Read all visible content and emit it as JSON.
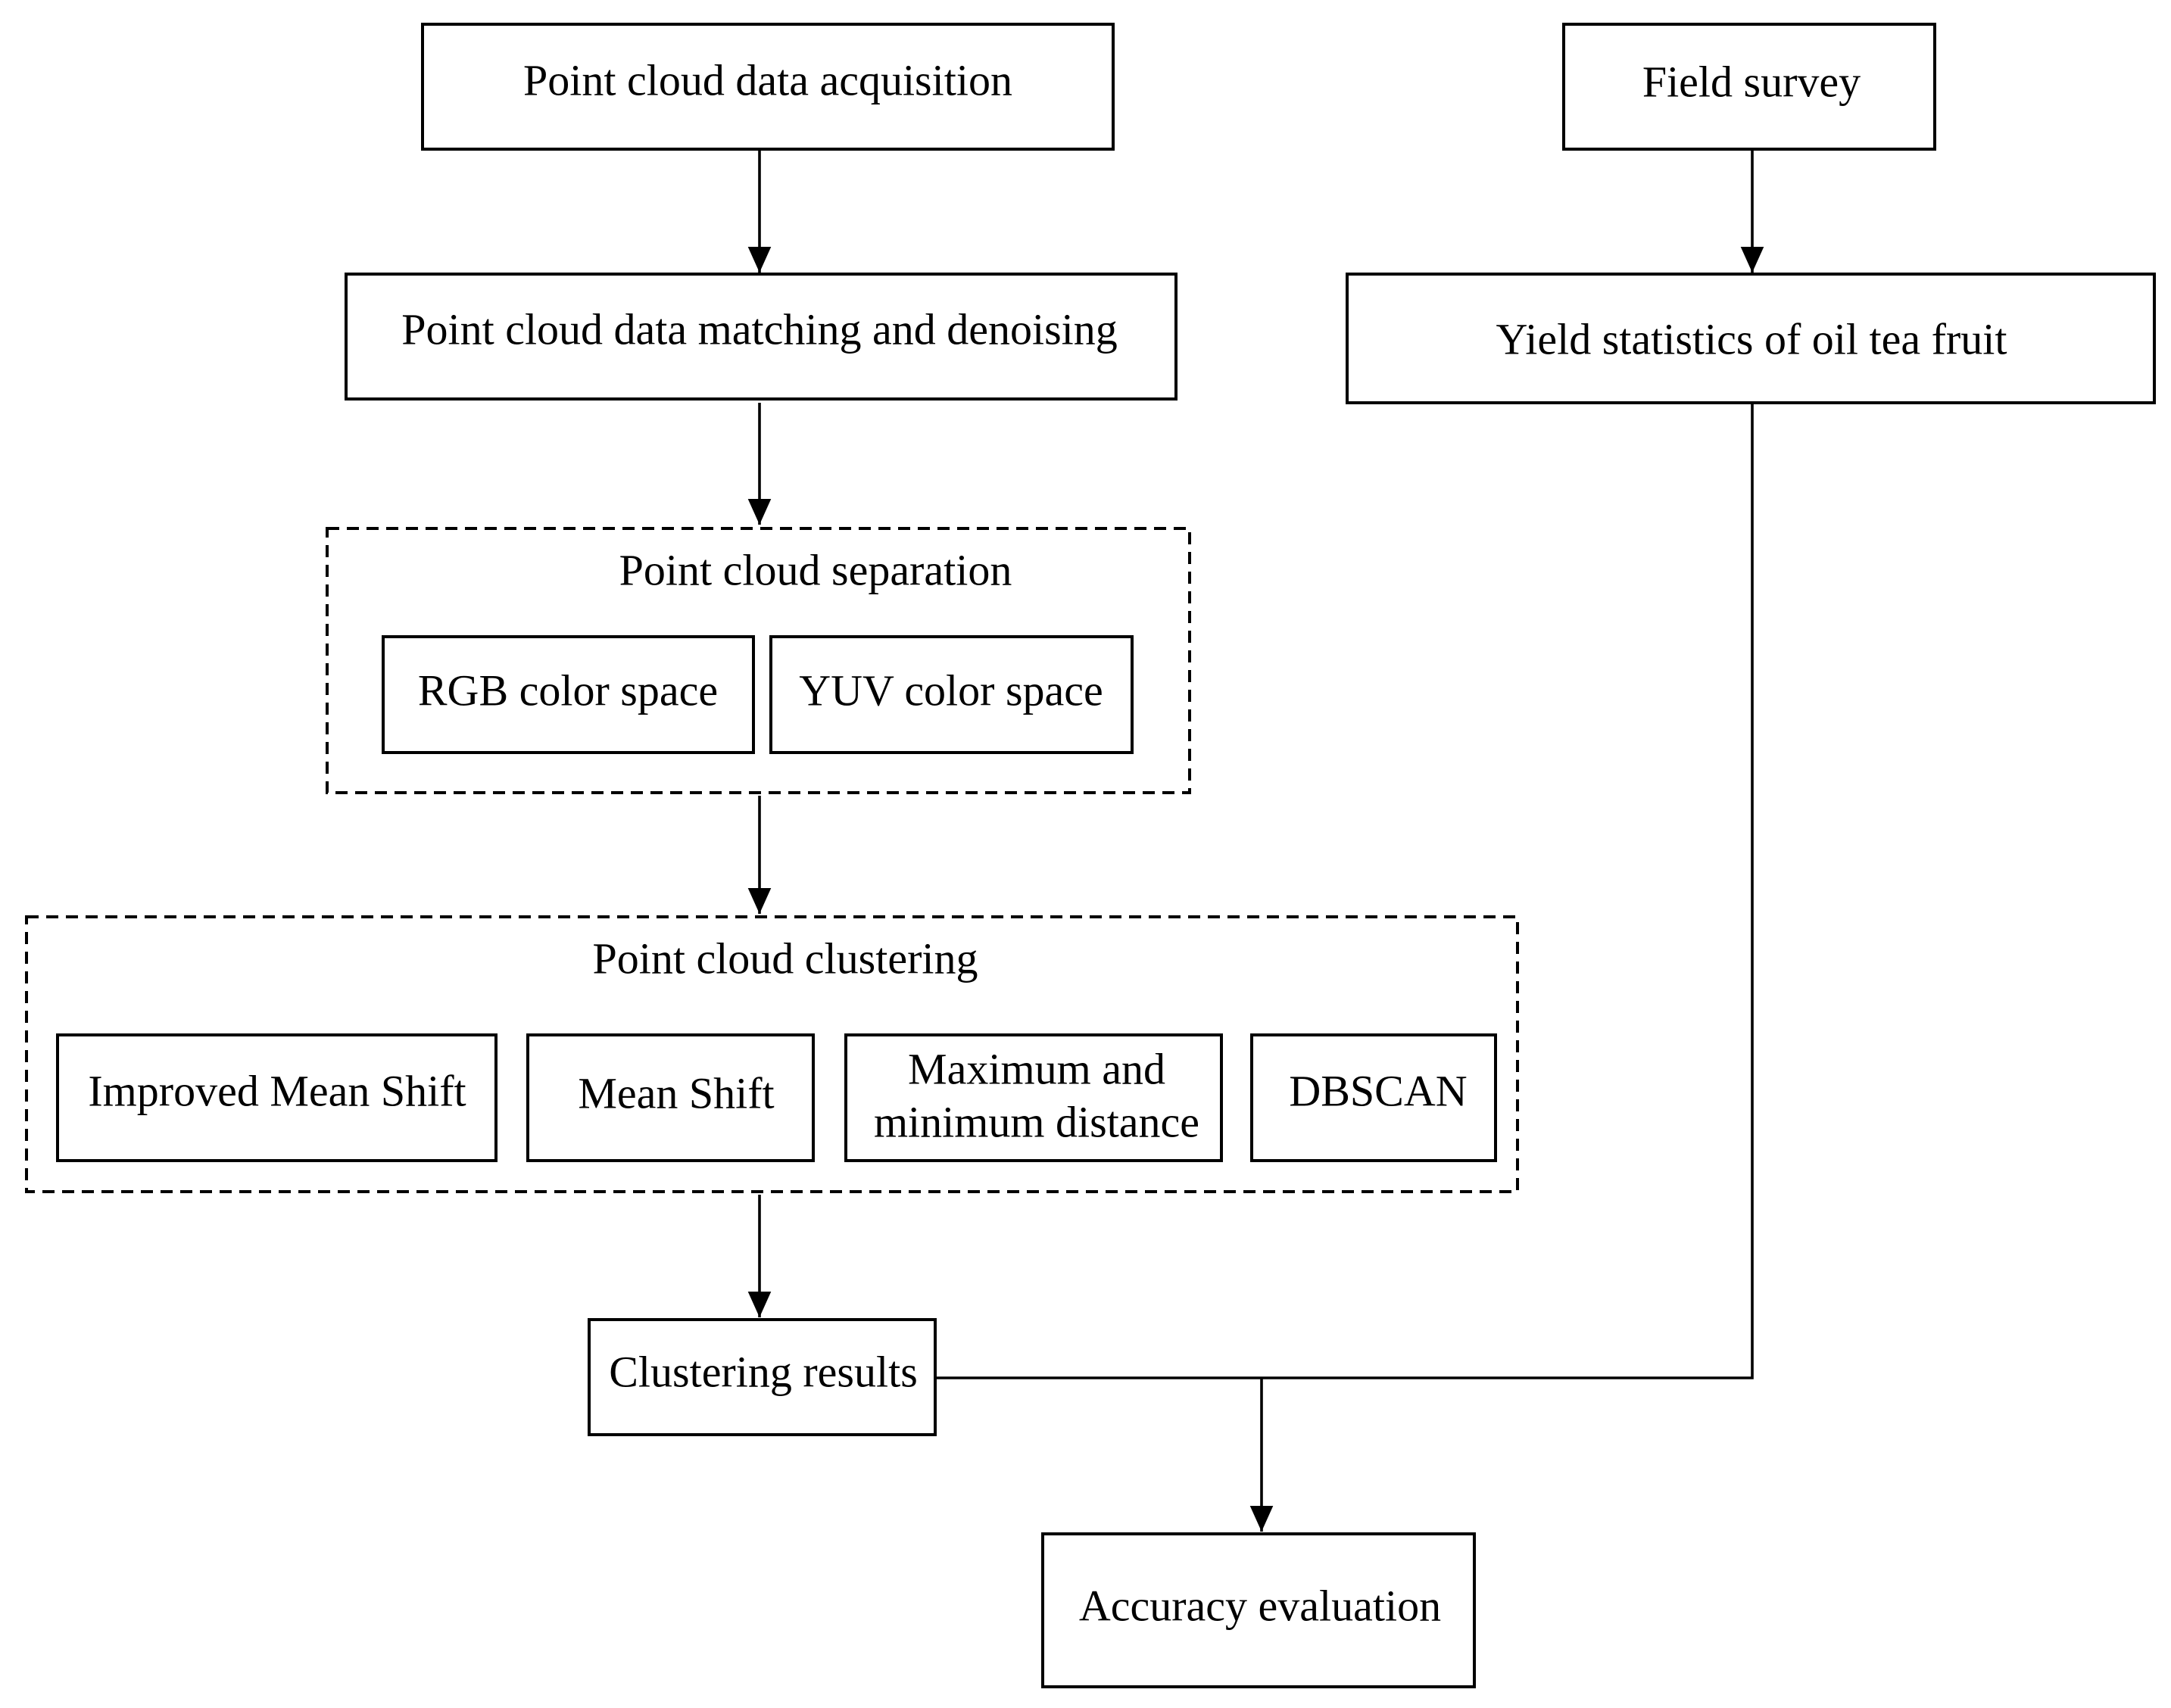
{
  "nodes": {
    "acquisition": "Point cloud data acquisition",
    "matching": "Point cloud data matching and denoising",
    "survey": "Field survey",
    "yield": "Yield statistics of oil tea fruit",
    "rgb": "RGB color space",
    "yuv": "YUV color space",
    "improved_mean_shift": "Improved Mean Shift",
    "mean_shift": "Mean Shift",
    "maxmin_line1": "Maximum and",
    "maxmin_line2": "minimum distance",
    "dbscan": "DBSCAN",
    "results": "Clustering results",
    "accuracy": "Accuracy evaluation"
  },
  "groups": {
    "separation": "Point cloud separation",
    "clustering": "Point cloud clustering"
  },
  "colors": {
    "stroke": "#000000",
    "background": "#ffffff"
  }
}
